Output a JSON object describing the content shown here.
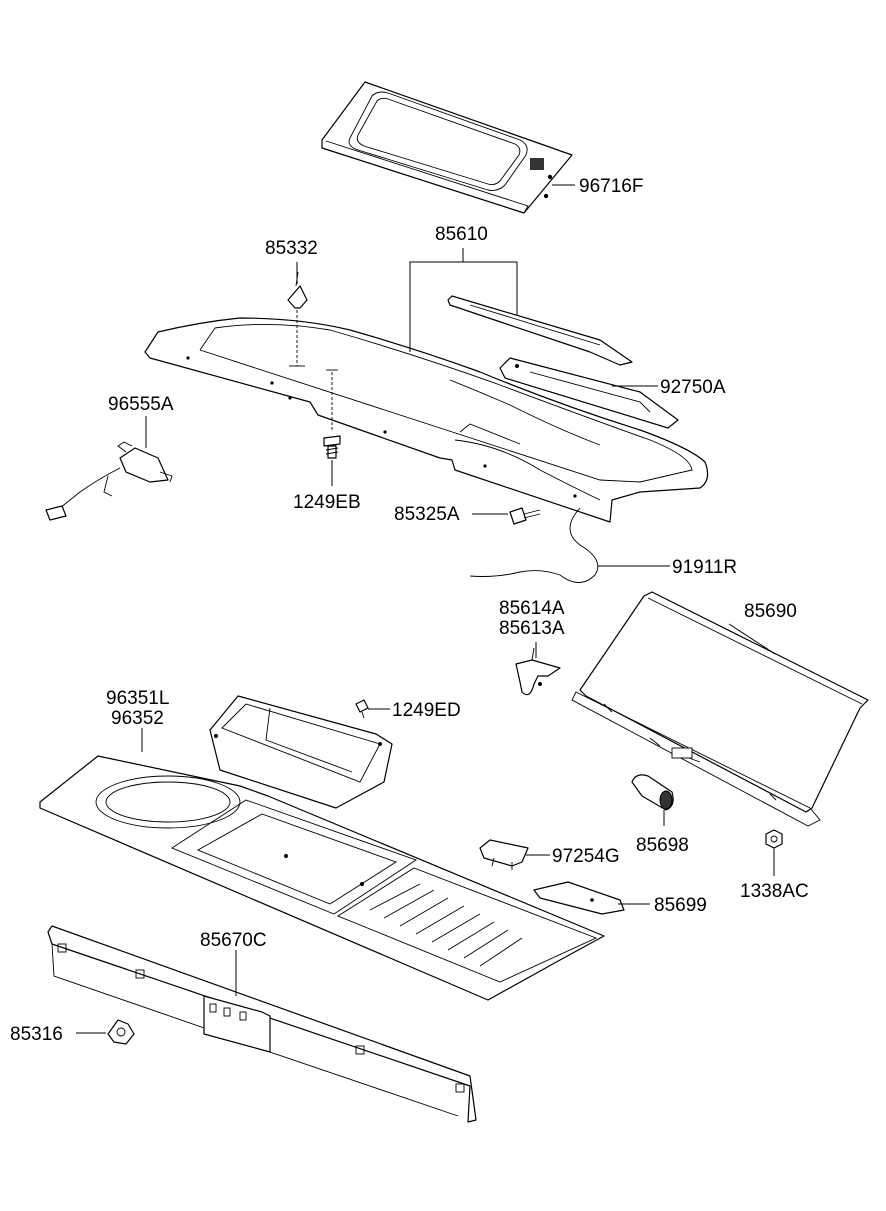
{
  "labels": {
    "p96716F": "96716F",
    "p85332": "85332",
    "p85610": "85610",
    "p92750A": "92750A",
    "p96555A": "96555A",
    "p1249EB": "1249EB",
    "p85325A": "85325A",
    "p91911R": "91911R",
    "p85614A": "85614A",
    "p85613A": "85613A",
    "p85690": "85690",
    "p96351L": "96351L",
    "p96352": "96352",
    "p1249ED": "1249ED",
    "p85698": "85698",
    "p97254G": "97254G",
    "p1338AC": "1338AC",
    "p85699": "85699",
    "p85670C": "85670C",
    "p85316": "85316"
  }
}
